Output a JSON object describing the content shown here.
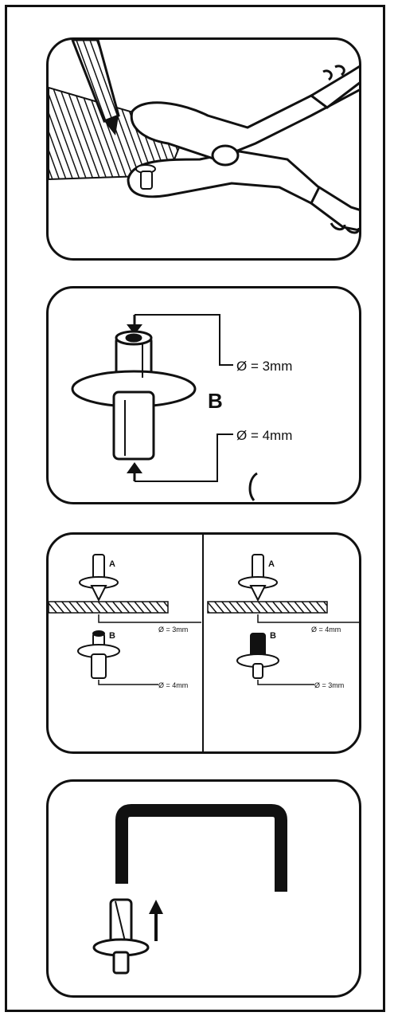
{
  "panel2": {
    "label": "B",
    "dim_top": "Ø = 3mm",
    "dim_bottom": "Ø = 4mm"
  },
  "panel3": {
    "left": {
      "label_a": "A",
      "label_b": "B",
      "dim_1": "Ø = 3mm",
      "dim_2": "Ø = 4mm"
    },
    "right": {
      "label_a": "A",
      "label_b": "B",
      "dim_1": "Ø = 4mm",
      "dim_2": "Ø = 3mm"
    }
  }
}
